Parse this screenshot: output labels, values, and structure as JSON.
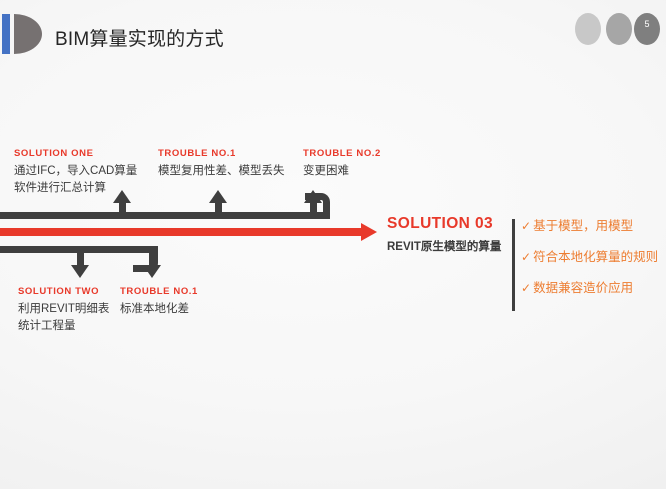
{
  "header": {
    "title": "BIM算量实现的方式",
    "page_number": "5",
    "accent_blue": "#4472C4",
    "dshape_gray": "#767171",
    "dots": [
      "#C8C8C8",
      "#A6A6A6",
      "#7F7F7F"
    ]
  },
  "colors": {
    "red_accent": "#E8392A",
    "orange_accent": "#ED7D31",
    "dark_line": "#3F3F3F",
    "body_text": "#3B3B3B",
    "background": "#F7F7F7"
  },
  "callouts": [
    {
      "kicker": "SOLUTION ONE",
      "body": "通过IFC，导入CAD算量软件进行汇总计算"
    },
    {
      "kicker": "TROUBLE NO.1",
      "body": "模型复用性差、模型丢失"
    },
    {
      "kicker": "TROUBLE  NO.2",
      "body": "变更困难"
    },
    {
      "kicker": "SOLUTION TWO",
      "body": "利用REVIT明细表统计工程量"
    },
    {
      "kicker": "TROUBLE NO.1",
      "body": "标准本地化差"
    }
  ],
  "solution_03": {
    "title": "SOLUTION 03",
    "subtitle": "REVIT原生模型的算量"
  },
  "checklist": {
    "mark": "✓",
    "items": [
      "基于模型，用模型",
      "符合本地化算量的规则",
      "数据兼容造价应用"
    ]
  }
}
